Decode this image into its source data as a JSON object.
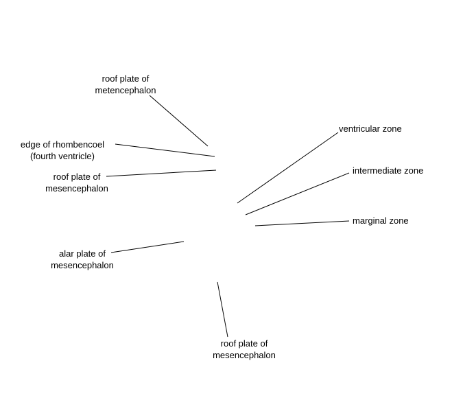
{
  "line_color": "#000000",
  "background": "#ffffff",
  "labels": {
    "roof_plate_metencephalon": [
      "roof plate of",
      "metencephalon"
    ],
    "edge_rhombencoel": [
      "edge of rhombencoel",
      "(fourth ventricle)"
    ],
    "roof_plate_mesencephalon_left": [
      "roof plate of",
      "mesencephalon"
    ],
    "alar_plate_mesencephalon": [
      "alar plate of",
      "mesencephalon"
    ],
    "roof_plate_mesencephalon_bottom": [
      "roof plate of",
      "mesencephalon"
    ],
    "ventricular_zone": "ventricular zone",
    "intermediate_zone": "intermediate zone",
    "marginal_zone": "marginal zone"
  }
}
